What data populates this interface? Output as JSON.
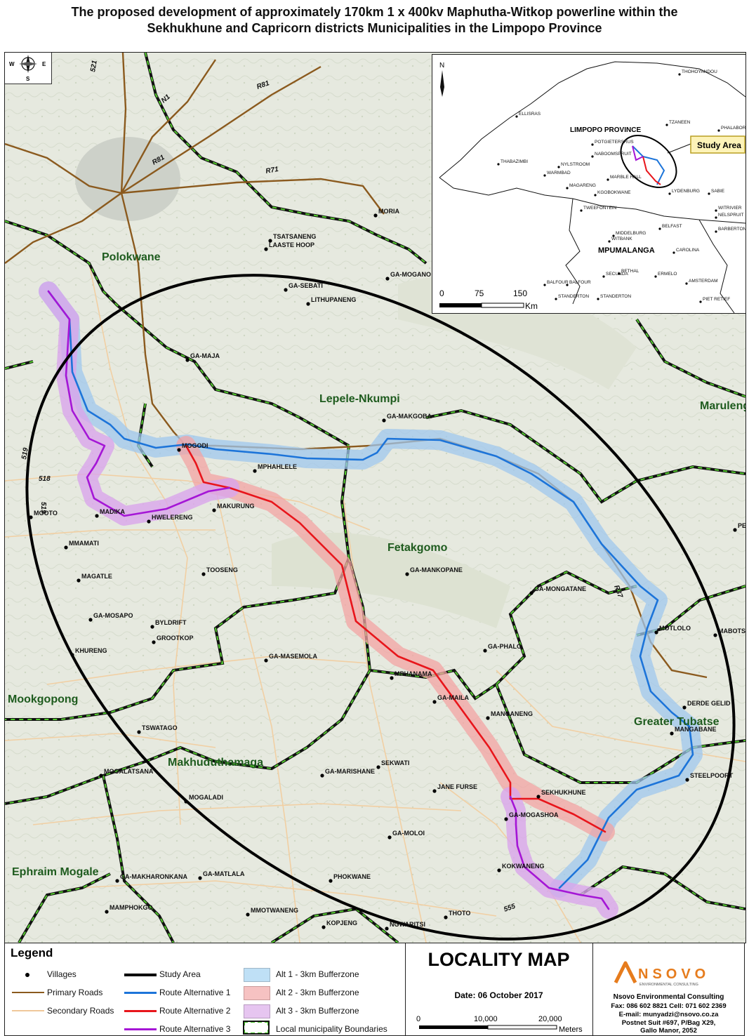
{
  "title": {
    "line1": "The proposed development of approximately 170km 1 x 400kv Maphutha-Witkop powerline within the",
    "line2": "Sekhukhune and Capricorn districts Municipalities in the Limpopo Province"
  },
  "compass": {
    "n": "",
    "w": "W",
    "e": "E",
    "s": "S"
  },
  "municipalities": [
    {
      "name": "Polokwane"
    },
    {
      "name": "Lepele-Nkumpi"
    },
    {
      "name": "Maruleng"
    },
    {
      "name": "Fetakgomo"
    },
    {
      "name": "Mookgopong"
    },
    {
      "name": "Makhuduthamaga"
    },
    {
      "name": "Greater Tubatse"
    },
    {
      "name": "Ephraim Mogale"
    }
  ],
  "villages": [
    "MORIA",
    "TSATSANENG",
    "LAASTE HOOP",
    "GA-MOGANO",
    "GA-SEBATI",
    "LITHUPANENG",
    "GA-MAJA",
    "GA-MAKGOBA",
    "MOGODI",
    "MPHAHLELE",
    "MAKURUNG",
    "HWELERENG",
    "MADIKA",
    "MGOTO",
    "MMAMATI",
    "MAGATLE",
    "GA-MOSAPO",
    "BYLDRIFT",
    "GROOTKOP",
    "KHURENG",
    "TOOSENG",
    "GA-MANKOPANE",
    "GA-MONGATANE",
    "MOTLOLO",
    "MABOTSHA",
    "PENG",
    "DERDE GELID",
    "MANGABANE",
    "STEELPOORT",
    "GA-MASEMOLA",
    "GA-PHALO",
    "MPHANAMA",
    "GA-MAILA",
    "MANGANENG",
    "TSWATAGO",
    "MOGALATSANA",
    "MOGALADI",
    "GA-MARISHANE",
    "SEKWATI",
    "JANE FURSE",
    "SEKHUKHUNE",
    "GA-MOGASHOA",
    "GA-MOLOI",
    "KOKWANENG",
    "GA-MAKHARONKANA",
    "GA-MATLALA",
    "PHOKWANE",
    "MAMPHOKGO",
    "MMOTWANENG",
    "KOPJENG",
    "NGWARITSI",
    "THOTO"
  ],
  "roads": [
    "521",
    "N1",
    "R81",
    "R81",
    "R71",
    "519",
    "519",
    "518",
    "R37",
    "555"
  ],
  "inset": {
    "north": "N",
    "study_area": "Study Area",
    "province_labels": [
      "LIMPOPO PROVINCE",
      "MPUMALANGA"
    ],
    "towns": [
      "THOHOYANDOU",
      "ELLISRAS",
      "TZANEEN",
      "PHALABORWA",
      "POTGIETERSRUS",
      "THABAZIMBI",
      "NABOOMSPRUIT",
      "NYLSTROOM",
      "WARMBAD",
      "MARBLE HALL",
      "MAGARENG",
      "KGOBOKWANE",
      "LYDENBURG",
      "SABIE",
      "WITRIVIER",
      "NELSPRUIT",
      "TWEEFONTEIN",
      "BELFAST",
      "BARBERTON",
      "MIDDELBURG",
      "WITBANK",
      "CAROLINA",
      "SECUNDA",
      "BETHAL",
      "ERMELO",
      "BALFOUR",
      "BALFOUR",
      "AMSTERDAM",
      "STANDERTON",
      "STANDERTON",
      "PIET RETIEF"
    ],
    "scale": {
      "labels": [
        "0",
        "75",
        "150"
      ],
      "unit": "Km"
    }
  },
  "legend": {
    "title": "Legend",
    "items": [
      {
        "label": "Villages",
        "color": "#000000"
      },
      {
        "label": "Primary Roads",
        "color": "#8b5a1e"
      },
      {
        "label": "Secondary Roads",
        "color": "#f0c89a"
      },
      {
        "label": "Study Area",
        "color": "#000000"
      },
      {
        "label": "Route Alternative 1",
        "color": "#1c74d9"
      },
      {
        "label": "Route Alternative 2",
        "color": "#e8151b"
      },
      {
        "label": "Route Alternative 3",
        "color": "#a516d6"
      },
      {
        "label": "Alt 1 - 3km Bufferzone",
        "color": "#bfe0f6"
      },
      {
        "label": "Alt 2 - 3km Bufferzone",
        "color": "#f6c2c2"
      },
      {
        "label": "Alt 3 - 3km Bufferzone",
        "color": "#e6c5f0"
      },
      {
        "label": "Local municipality Boundaries",
        "color": "#4ac62c"
      }
    ],
    "scale": {
      "labels": [
        "0",
        "10,000",
        "20,000"
      ],
      "unit": "Meters"
    }
  },
  "locality": {
    "title": "LOCALITY MAP",
    "date": "Date: 06 October 2017"
  },
  "company": {
    "logo_text": "NSOVO",
    "logo_sub": "ENVIRONMENTAL CONSULTING",
    "name": "Nsovo Environmental Consulting",
    "fax": "Fax: 086 602 8821 Cell: 071 602 2369",
    "email": "E-mail: munyadzi@nsovo.co.za",
    "postnet": "Postnet Suit #697, P/Bag X29,",
    "address": "Gallo Manor, 2052"
  }
}
